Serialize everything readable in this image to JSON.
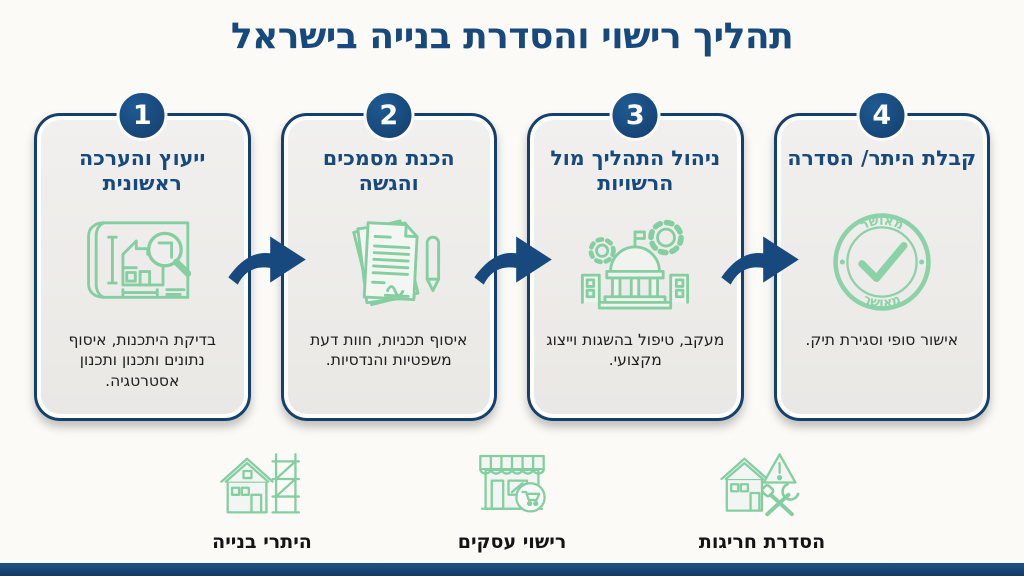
{
  "page": {
    "title": "תהליך רישוי והסדרת בנייה בישראל",
    "language": "he"
  },
  "colors": {
    "navy": "#17497C",
    "navy_border": "#16406C",
    "green_icon": "#84CEA2",
    "stamp_green": "#8BD2A8",
    "card_background": "#EFEEEC",
    "page_background": "#FBFAF6",
    "description_text": "#1E1E1E",
    "bottom_bar": "#17497E"
  },
  "flow": {
    "arrow_icon": "curved-arrow-right-icon"
  },
  "steps": [
    {
      "number": "1",
      "title": "ייעוץ והערכה ראשונית",
      "description": "בדיקת היתכנות, איסוף נתונים ותכנון ותכנון אסטרטגיה.",
      "icon": "blueprint-magnifier-icon"
    },
    {
      "number": "2",
      "title": "הכנת מסמכים והגשה",
      "description": "איסוף תכניות, חוות דעת משפטיות והנדסיות.",
      "icon": "documents-pen-icon"
    },
    {
      "number": "3",
      "title": "ניהול התהליך מול הרשויות",
      "description": "מעקב, טיפול בהשגות וייצוג מקצועי.",
      "icon": "government-building-gears-icon"
    },
    {
      "number": "4",
      "title": "קבלת היתר/ הסדרה",
      "description": "אישור סופי וסגירת תיק.",
      "icon": "approved-stamp-icon",
      "stamp_text": "מאושר"
    }
  ],
  "services": [
    {
      "label": "היתרי בנייה",
      "icon": "house-scaffolding-icon"
    },
    {
      "label": "רישוי עסקים",
      "icon": "storefront-cart-icon"
    },
    {
      "label": "הסדרת חריגות",
      "icon": "house-warning-tools-icon"
    }
  ]
}
